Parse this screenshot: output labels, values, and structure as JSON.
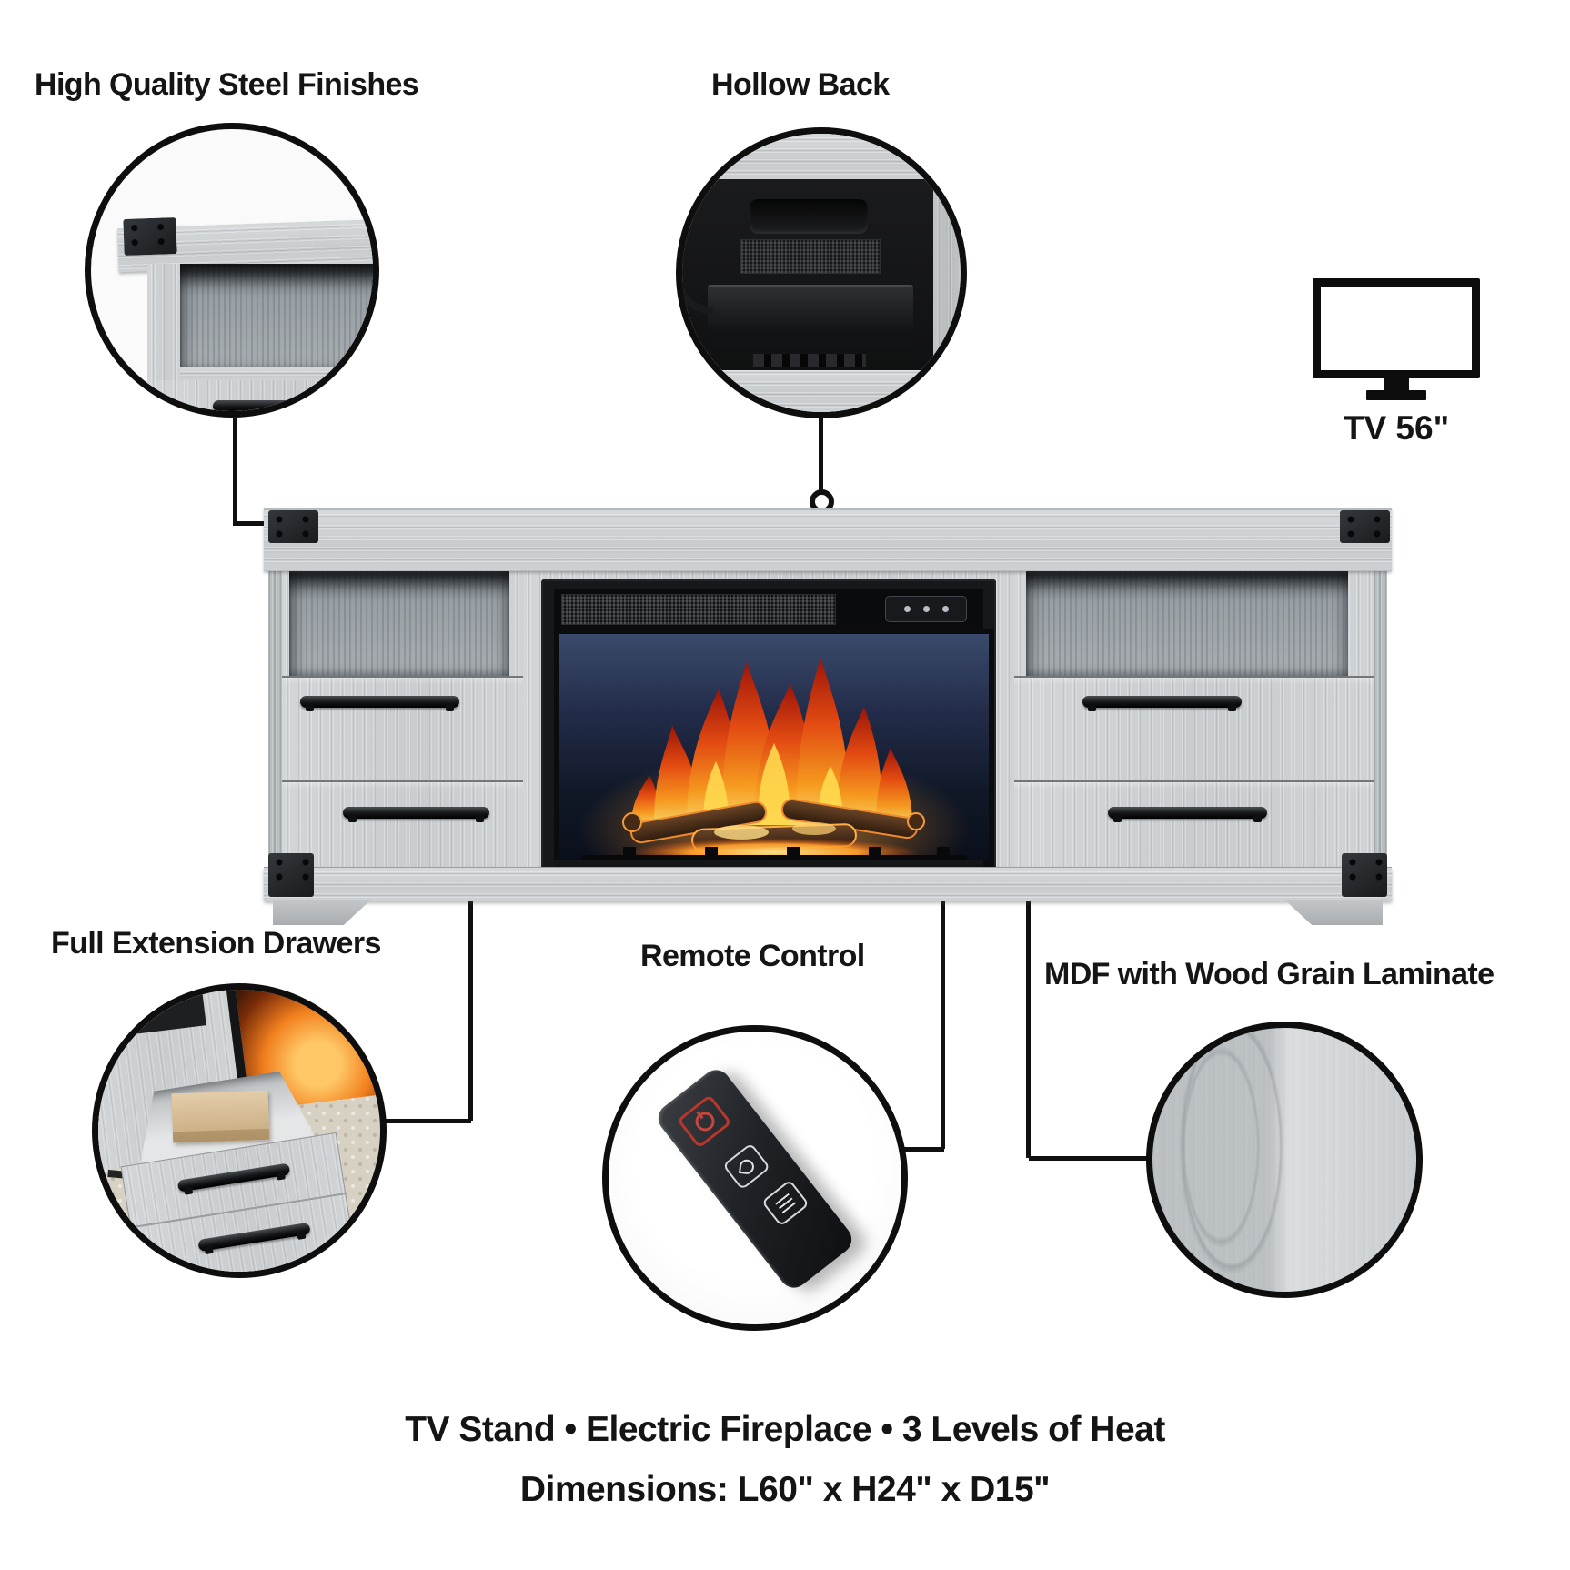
{
  "callouts": {
    "steel_finishes": {
      "label": "High Quality Steel Finishes"
    },
    "hollow_back": {
      "label": "Hollow Back"
    },
    "tv_size": {
      "label": "TV 56\""
    },
    "full_extension_drawers": {
      "label": "Full Extension Drawers"
    },
    "remote_control": {
      "label": "Remote Control"
    },
    "mdf_laminate": {
      "label": "MDF with Wood Grain Laminate"
    }
  },
  "footer": {
    "features_line": "TV Stand  •  Electric Fireplace  •  3 Levels of Heat",
    "dimensions_line": "Dimensions: L60\" x H24\" x D15\""
  },
  "colors": {
    "background": "#ffffff",
    "text": "#151515",
    "wood_finish": "#ced2d4",
    "steel_accent": "#1a1c1f",
    "firebox_night": "#1a2438",
    "flame_orange": "#f4590f",
    "flame_yellow": "#ffd84d",
    "remote_red": "#c5463c"
  },
  "icons": {
    "tv": "tv-icon",
    "remote_power": "power-icon",
    "remote_flame": "flame-icon",
    "remote_heat": "heat-icon"
  }
}
